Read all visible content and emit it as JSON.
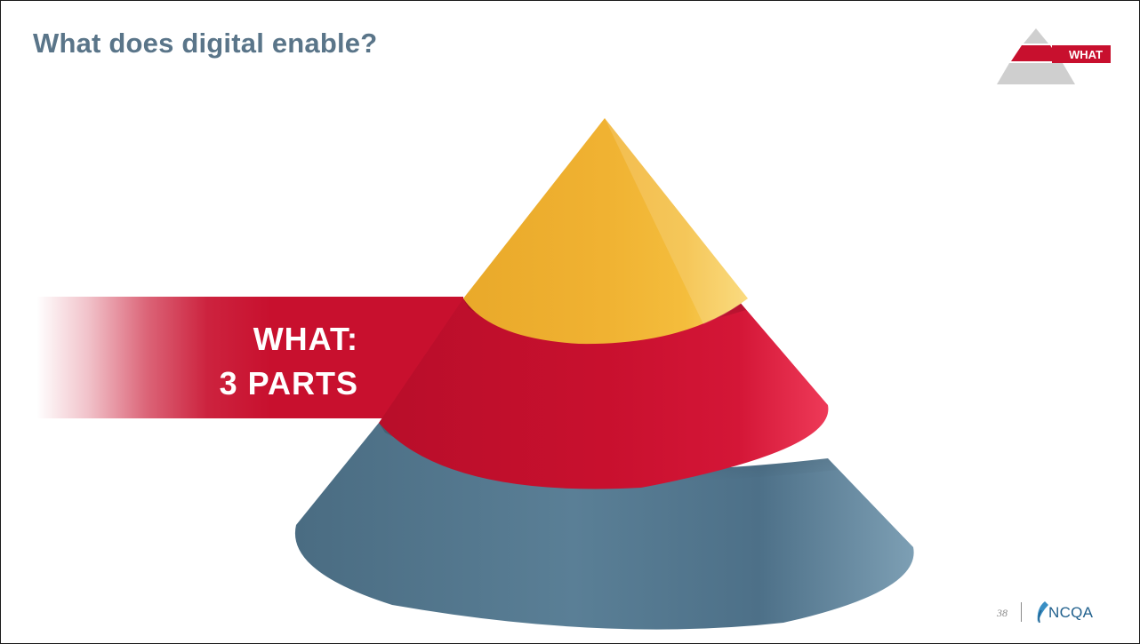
{
  "slide": {
    "title": "What does digital enable?",
    "badge_label": "WHAT",
    "banner_line1": "WHAT:",
    "banner_line2": "3 PARTS",
    "page_number": "38",
    "logo_text": "NCQA"
  },
  "colors": {
    "title": "#5a7589",
    "red": "#c8102e",
    "gold": "#f0b232",
    "slate": "#547a91",
    "badge_gray": "#cfcfcf"
  },
  "diagram": {
    "type": "layered-cone",
    "layers": [
      {
        "position": "top",
        "color": "gold"
      },
      {
        "position": "middle",
        "color": "red"
      },
      {
        "position": "bottom",
        "color": "slate"
      }
    ]
  }
}
